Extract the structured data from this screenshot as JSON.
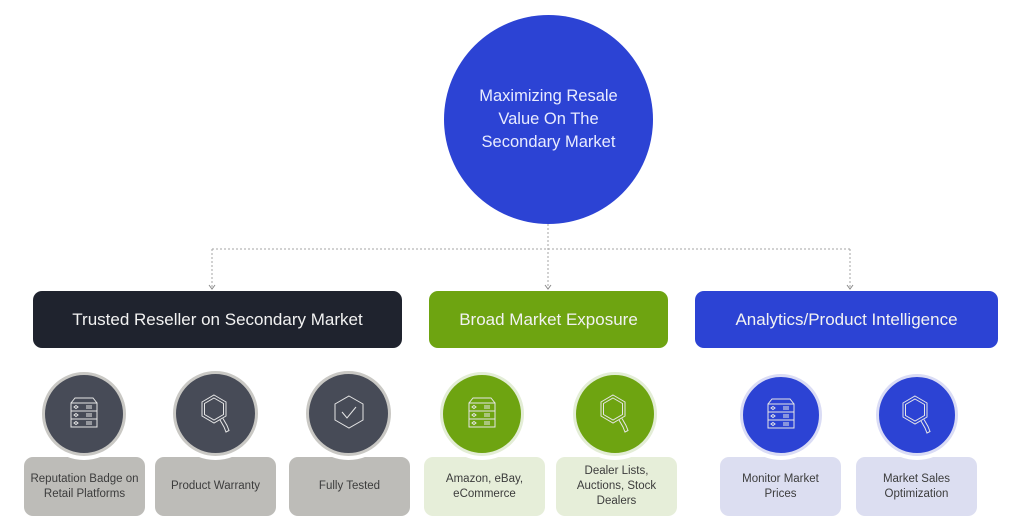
{
  "colors": {
    "root": "#2c43d4",
    "group1_header": "#1f232e",
    "group1_circle": "#474b57",
    "group1_circle_border": "#c9c8c4",
    "group1_card": "#bdbcb8",
    "group2_header": "#6ea411",
    "group2_circle": "#6ea411",
    "group2_circle_border": "#e3edd6",
    "group2_card": "#e6eed9",
    "group3_header": "#2c43d4",
    "group3_circle": "#2c43d4",
    "group3_circle_border": "#dadcf5",
    "group3_card": "#dcdef1",
    "connector": "#a6a6a6"
  },
  "root": {
    "label": "Maximizing Resale Value On The Secondary Market"
  },
  "groups": [
    {
      "title": "Trusted Reseller on Secondary Market",
      "items": [
        {
          "label": "Reputation Badge on Retail Platforms",
          "icon": "server-icon"
        },
        {
          "label": "Product Warranty",
          "icon": "hexagon-magnifier-icon"
        },
        {
          "label": "Fully Tested",
          "icon": "hexagon-check-icon"
        }
      ]
    },
    {
      "title": "Broad Market Exposure",
      "items": [
        {
          "label": "Amazon, eBay, eCommerce",
          "icon": "server-icon"
        },
        {
          "label": "Dealer Lists, Auctions, Stock Dealers",
          "icon": "hexagon-magnifier-icon"
        }
      ]
    },
    {
      "title": "Analytics/Product Intelligence",
      "items": [
        {
          "label": "Monitor Market Prices",
          "icon": "server-icon"
        },
        {
          "label": "Market Sales Optimization",
          "icon": "hexagon-magnifier-icon"
        }
      ]
    }
  ]
}
